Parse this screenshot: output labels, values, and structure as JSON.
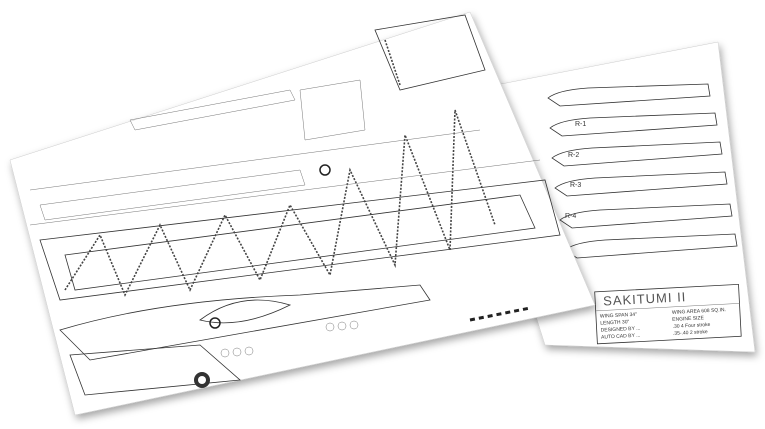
{
  "plan": {
    "title": "SAKITUMI II",
    "specs_left": [
      "WING SPAN 34\"",
      "LENGTH 30\"",
      "DESIGNED BY ...",
      "AUTO CAD BY ..."
    ],
    "specs_right": [
      "WING AREA 608 SQ.IN.",
      "ENGINE SIZE",
      ".30 4 Four stroke",
      ".35-.40 2 stroke"
    ],
    "rib_labels": [
      "R-1",
      "R-2",
      "R-3",
      "R-4"
    ]
  }
}
